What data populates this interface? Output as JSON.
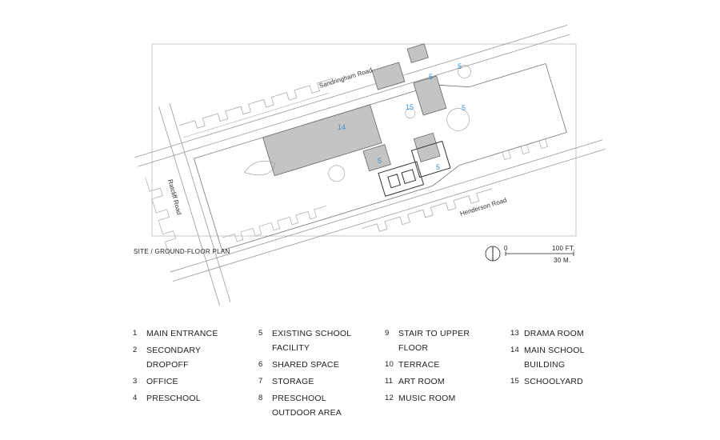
{
  "streets": {
    "north": "Sandringham Road",
    "south": "Henderson Road",
    "west": "Ratcliff Road"
  },
  "plan_title": "SITE / GROUND-FLOOR PLAN",
  "scale": {
    "zero": "0",
    "feet": "100 FT.",
    "meters": "30 M."
  },
  "building_numbers": [
    "14",
    "15",
    "5",
    "5",
    "5",
    "5",
    "5"
  ],
  "legend": [
    {
      "num": "1",
      "label": "MAIN ENTRANCE"
    },
    {
      "num": "2",
      "label": "SECONDARY DROPOFF"
    },
    {
      "num": "3",
      "label": "OFFICE"
    },
    {
      "num": "4",
      "label": "PRESCHOOL"
    },
    {
      "num": "5",
      "label": "EXISTING SCHOOL FACILITY"
    },
    {
      "num": "6",
      "label": "SHARED SPACE"
    },
    {
      "num": "7",
      "label": "STORAGE"
    },
    {
      "num": "8",
      "label": "PRESCHOOL OUTDOOR AREA"
    },
    {
      "num": "9",
      "label": "STAIR TO UPPER FLOOR"
    },
    {
      "num": "10",
      "label": "TERRACE"
    },
    {
      "num": "11",
      "label": "ART ROOM"
    },
    {
      "num": "12",
      "label": "MUSIC ROOM"
    },
    {
      "num": "13",
      "label": "DRAMA ROOM"
    },
    {
      "num": "14",
      "label": "MAIN SCHOOL BUILDING"
    },
    {
      "num": "15",
      "label": "SCHOOLYARD"
    }
  ]
}
